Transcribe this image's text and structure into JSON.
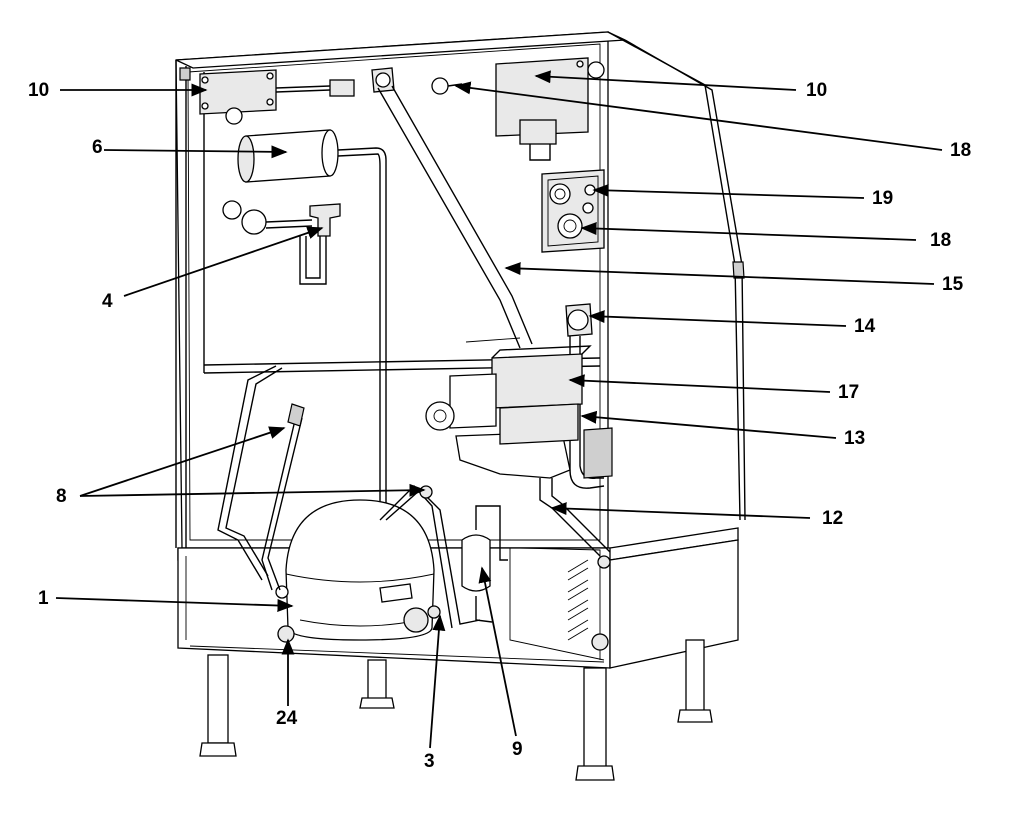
{
  "diagram": {
    "callouts": [
      {
        "id": "c10a",
        "label": "10"
      },
      {
        "id": "c10b",
        "label": "10"
      },
      {
        "id": "c6",
        "label": "6"
      },
      {
        "id": "c18a",
        "label": "18"
      },
      {
        "id": "c19",
        "label": "19"
      },
      {
        "id": "c18b",
        "label": "18"
      },
      {
        "id": "c4",
        "label": "4"
      },
      {
        "id": "c15",
        "label": "15"
      },
      {
        "id": "c14",
        "label": "14"
      },
      {
        "id": "c17",
        "label": "17"
      },
      {
        "id": "c13",
        "label": "13"
      },
      {
        "id": "c8",
        "label": "8"
      },
      {
        "id": "c12",
        "label": "12"
      },
      {
        "id": "c1",
        "label": "1"
      },
      {
        "id": "c24",
        "label": "24"
      },
      {
        "id": "c3",
        "label": "3"
      },
      {
        "id": "c9",
        "label": "9"
      }
    ]
  }
}
